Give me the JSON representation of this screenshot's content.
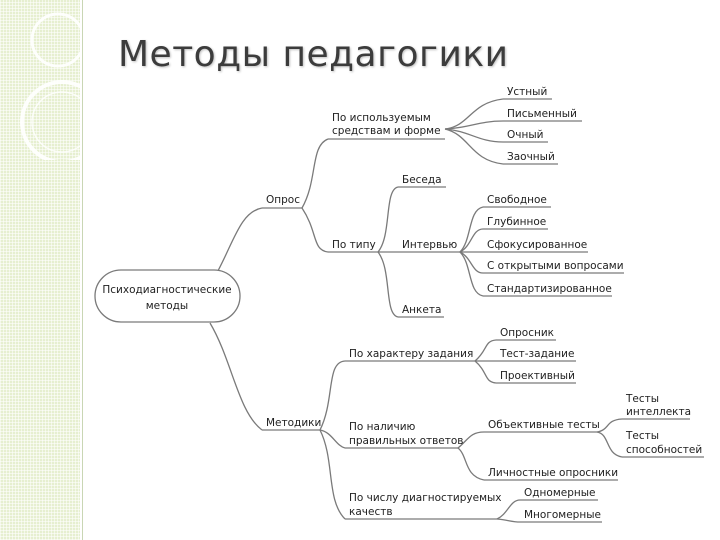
{
  "title": "Методы педагогики",
  "map": {
    "root": [
      "Психодиагностические",
      "методы"
    ],
    "opros": {
      "label": "Опрос",
      "by_means": {
        "label": [
          "По используемым",
          "средствам и форме"
        ],
        "items": [
          "Устный",
          "Письменный",
          "Очный",
          "Заочный"
        ]
      },
      "by_type": {
        "label": "По типу",
        "beseda": "Беседа",
        "interview": {
          "label": "Интервью",
          "items": [
            "Свободное",
            "Глубинное",
            "Сфокусированное",
            "С открытыми вопросами",
            "Стандартизированное"
          ]
        },
        "anketa": "Анкета"
      }
    },
    "metodiki": {
      "label": "Методики",
      "by_task": {
        "label": "По характеру задания",
        "items": [
          "Опросник",
          "Тест-задание",
          "Проективный"
        ]
      },
      "by_answers": {
        "label": [
          "По наличию",
          "правильных ответов"
        ],
        "objective": {
          "label": "Объективные тесты",
          "items": [
            [
              "Тесты",
              "интеллекта"
            ],
            [
              "Тесты",
              "способностей"
            ]
          ]
        },
        "personal": "Личностные опросники"
      },
      "by_count": {
        "label": [
          "По числу диагностируемых",
          "качеств"
        ],
        "items": [
          "Одномерные",
          "Многомерные"
        ]
      }
    }
  }
}
